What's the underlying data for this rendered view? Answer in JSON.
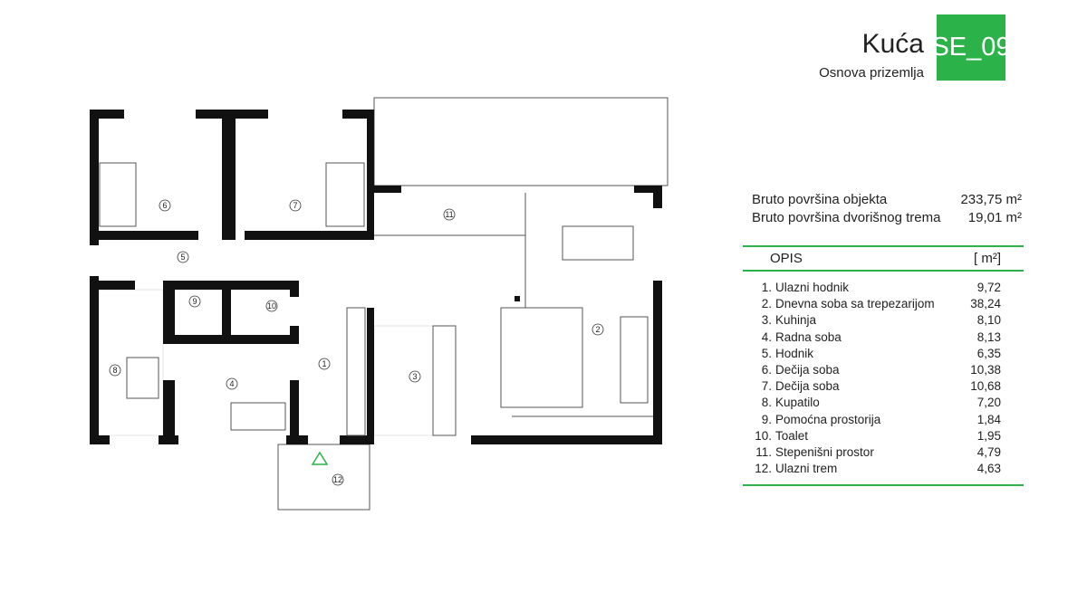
{
  "header": {
    "title": "Kuća",
    "subtitle": "Osnova prizemlja",
    "code": "SE_09",
    "accent": "#2bb34a"
  },
  "gross": [
    {
      "label": "Bruto površina objekta",
      "value": "233,75 m²"
    },
    {
      "label": "Bruto površina dvorišnog trema",
      "value": "19,01 m²"
    }
  ],
  "table": {
    "col_desc": "OPIS",
    "col_area": "[ m²]",
    "rows": [
      {
        "n": "1.",
        "name": "Ulazni hodnik",
        "area": "9,72"
      },
      {
        "n": "2.",
        "name": "Dnevna soba sa trepezarijom",
        "area": "38,24"
      },
      {
        "n": "3.",
        "name": "Kuhinja",
        "area": "8,10"
      },
      {
        "n": "4.",
        "name": "Radna soba",
        "area": "8,13"
      },
      {
        "n": "5.",
        "name": "Hodnik",
        "area": "6,35"
      },
      {
        "n": "6.",
        "name": "Dečija soba",
        "area": "10,38"
      },
      {
        "n": "7.",
        "name": "Dečija soba",
        "area": "10,68"
      },
      {
        "n": "8.",
        "name": "Kupatilo",
        "area": "7,20"
      },
      {
        "n": "9.",
        "name": "Pomoćna prostorija",
        "area": "1,84"
      },
      {
        "n": "10.",
        "name": "Toalet",
        "area": "1,95"
      },
      {
        "n": "11.",
        "name": "Stepenišni prostor",
        "area": "4,79"
      },
      {
        "n": "12.",
        "name": "Ulazni trem",
        "area": "4,63"
      }
    ]
  },
  "plan": {
    "labels": [
      "1",
      "2",
      "3",
      "4",
      "5",
      "6",
      "7",
      "8",
      "9",
      "10",
      "11",
      "12"
    ]
  }
}
